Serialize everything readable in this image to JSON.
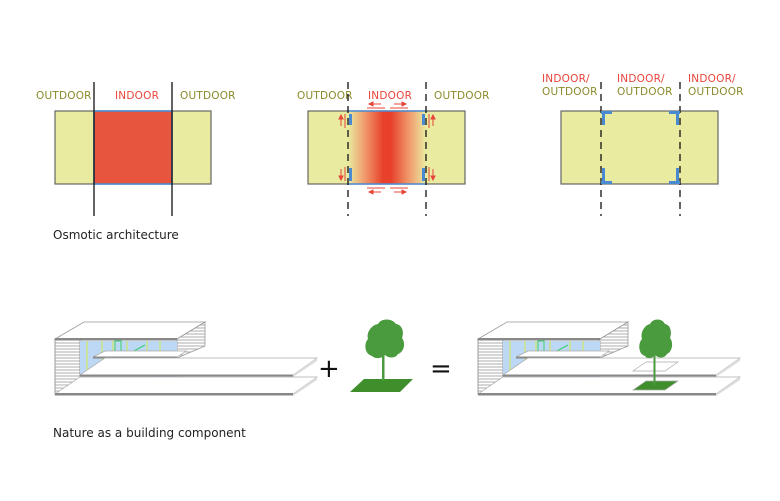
{
  "section1": {
    "caption": "Osmotic architecture",
    "diagram1": {
      "labels": [
        "OUTDOOR",
        "INDOOR",
        "OUTDOOR"
      ]
    },
    "diagram2": {
      "labels": [
        "OUTDOOR",
        "INDOOR",
        "OUTDOOR"
      ]
    },
    "diagram3": {
      "labels": [
        {
          "line1": "INDOOR/",
          "line2": "OUTDOOR"
        },
        {
          "line1": "INDOOR/",
          "line2": "OUTDOOR"
        },
        {
          "line1": "INDOOR/",
          "line2": "OUTDOOR"
        }
      ]
    }
  },
  "section2": {
    "caption": "Nature as a building component",
    "plus": "+",
    "equals": "="
  },
  "colors": {
    "outdoor_fill": "#e8eba0",
    "indoor_fill": "#e8553f",
    "indoor_text": "#e8453a",
    "outdoor_text": "#8a8a2a",
    "wall_blue": "#4a8ad0",
    "tree_green": "#4a9a3e",
    "ground_green": "#3e8f2c",
    "glass_blue": "#bcd8f4",
    "column_yellow": "#d6ea4a",
    "stair_green": "#3cd070"
  }
}
